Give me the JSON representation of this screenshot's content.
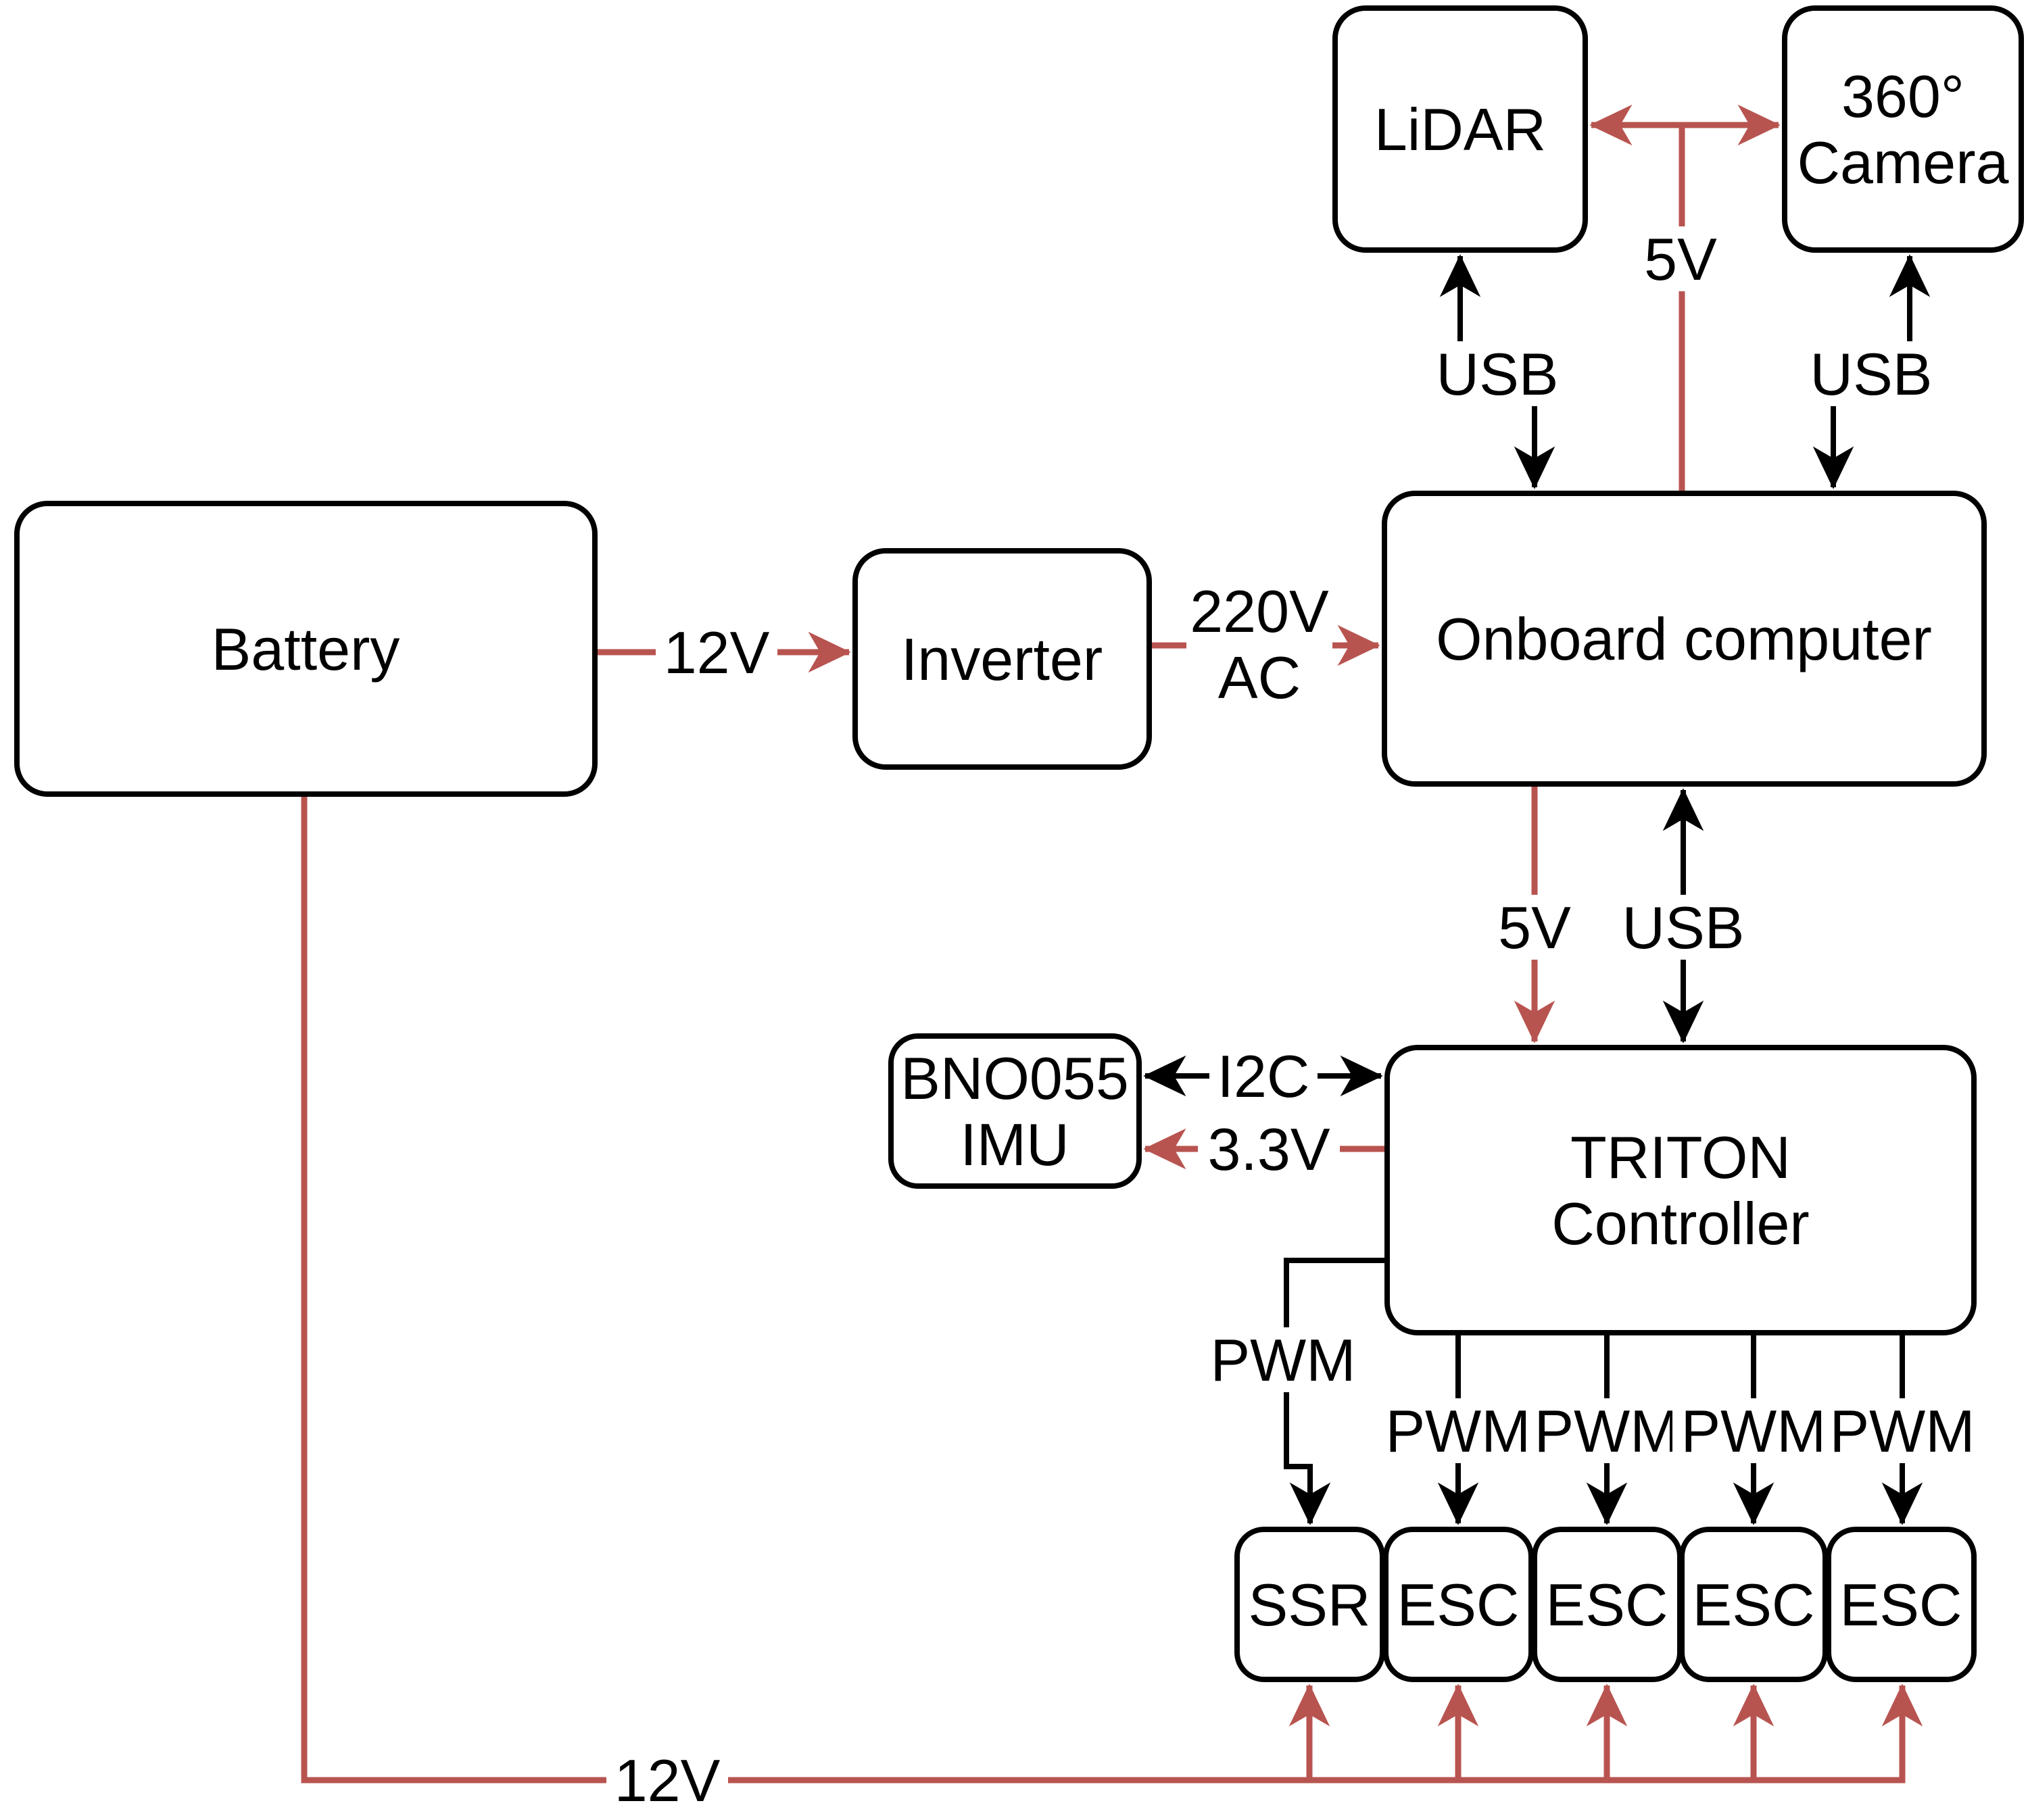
{
  "diagram_type": "system-power-and-data-block-diagram",
  "colors": {
    "power_line": "#B85450",
    "data_line": "#000000",
    "box_fill": "#ffffff",
    "box_stroke": "#000000",
    "background": "#ffffff"
  },
  "nodes": {
    "battery": {
      "label": "Battery"
    },
    "inverter": {
      "label": "Inverter"
    },
    "computer": {
      "label": "Onboard computer"
    },
    "lidar": {
      "label": "LiDAR"
    },
    "camera": {
      "label_line1": "360°",
      "label_line2": "Camera"
    },
    "triton": {
      "label_line1": "TRITON",
      "label_line2": "Controller"
    },
    "imu": {
      "label_line1": "BNO055",
      "label_line2": "IMU"
    },
    "ssr": {
      "label": "SSR"
    },
    "esc1": {
      "label": "ESC"
    },
    "esc2": {
      "label": "ESC"
    },
    "esc3": {
      "label": "ESC"
    },
    "esc4": {
      "label": "ESC"
    }
  },
  "edge_labels": {
    "battery_inverter": "12V",
    "inverter_computer_line1": "220V",
    "inverter_computer_line2": "AC",
    "sensor_power": "5V",
    "lidar_usb": "USB",
    "camera_usb": "USB",
    "computer_triton_power": "5V",
    "computer_triton_usb": "USB",
    "imu_i2c": "I2C",
    "imu_power": "3.3V",
    "ssr_pwm": "PWM",
    "esc1_pwm": "PWM",
    "esc2_pwm": "PWM",
    "esc3_pwm": "PWM",
    "esc4_pwm": "PWM",
    "battery_bus": "12V"
  }
}
